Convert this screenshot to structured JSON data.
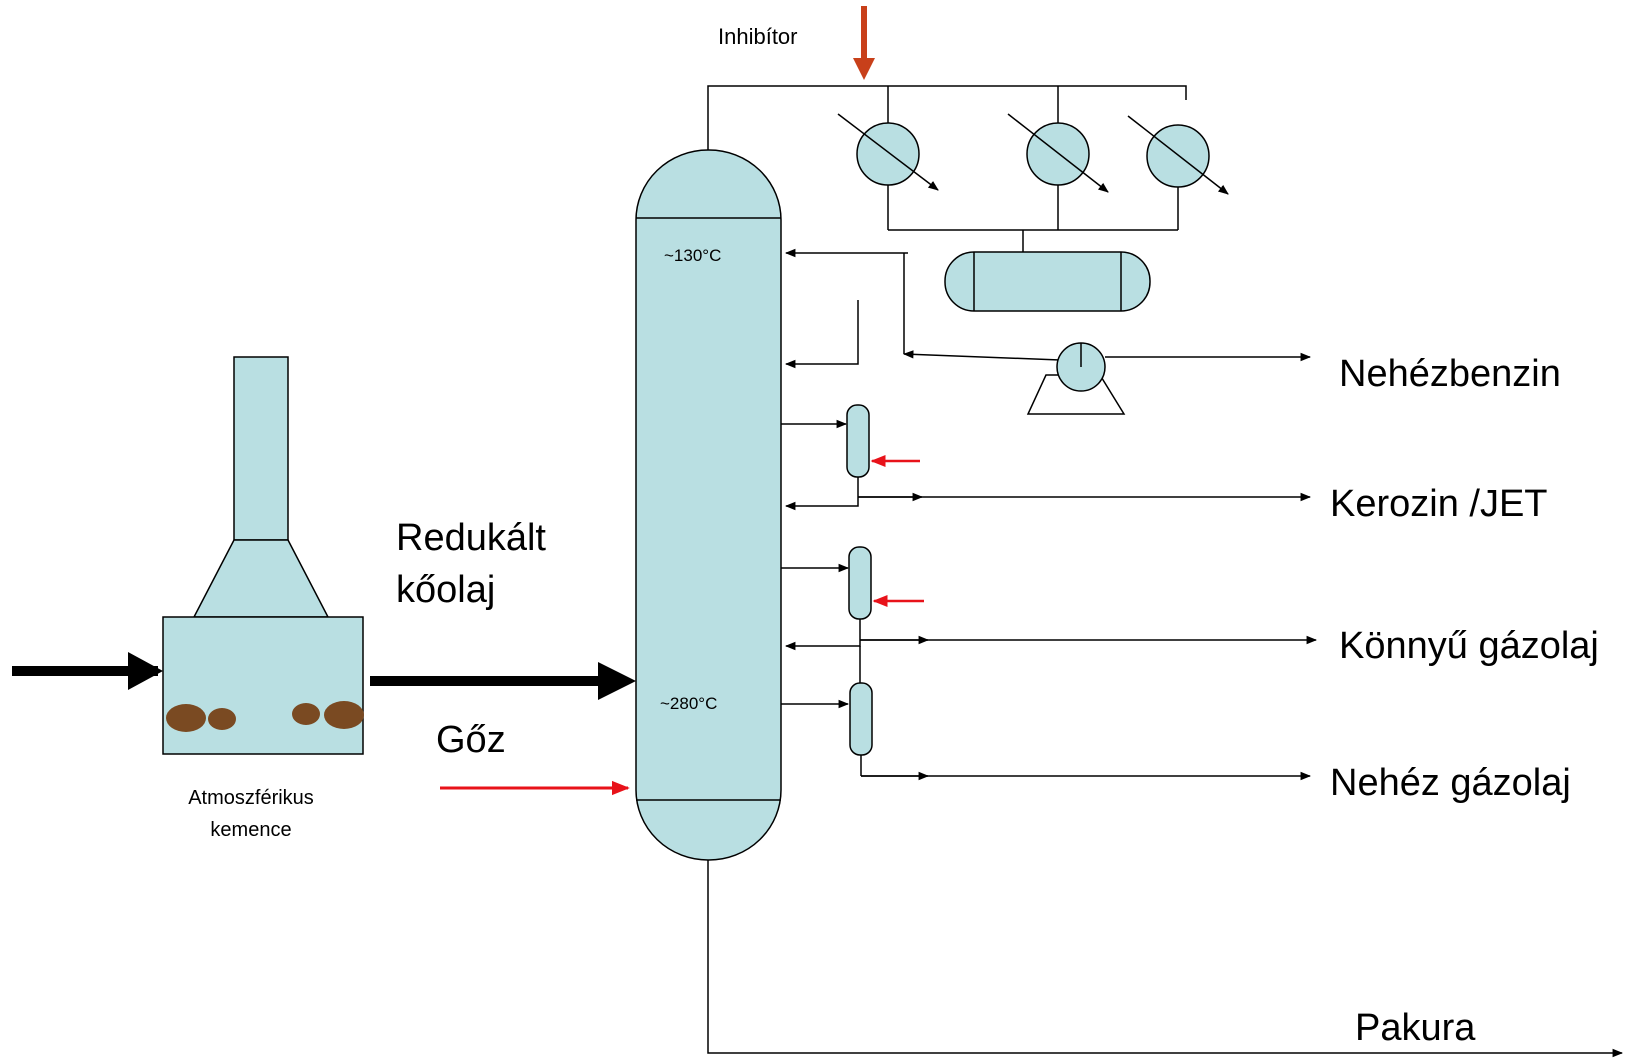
{
  "labels": {
    "inhibitor": "Inhibítor",
    "temp_top": "~130°C",
    "temp_bottom": "~280°C",
    "feed_line1": "Redukált",
    "feed_line2": "kőolaj",
    "steam": "Gőz",
    "furnace_line1": "Atmoszférikus",
    "furnace_line2": "kemence",
    "product_naphtha": "Nehézbenzin",
    "product_kerosene": "Kerozin /JET",
    "product_light_gasoil": "Könnyű gázolaj",
    "product_heavy_gasoil": "Nehéz gázolaj",
    "product_residue": "Pakura"
  },
  "colors": {
    "vessel_fill": "#b9dfe2",
    "line": "#000000",
    "inhibitor_arrow": "#c8401a",
    "steam_arrow": "#e8121a",
    "flame": "#7a4a22"
  }
}
